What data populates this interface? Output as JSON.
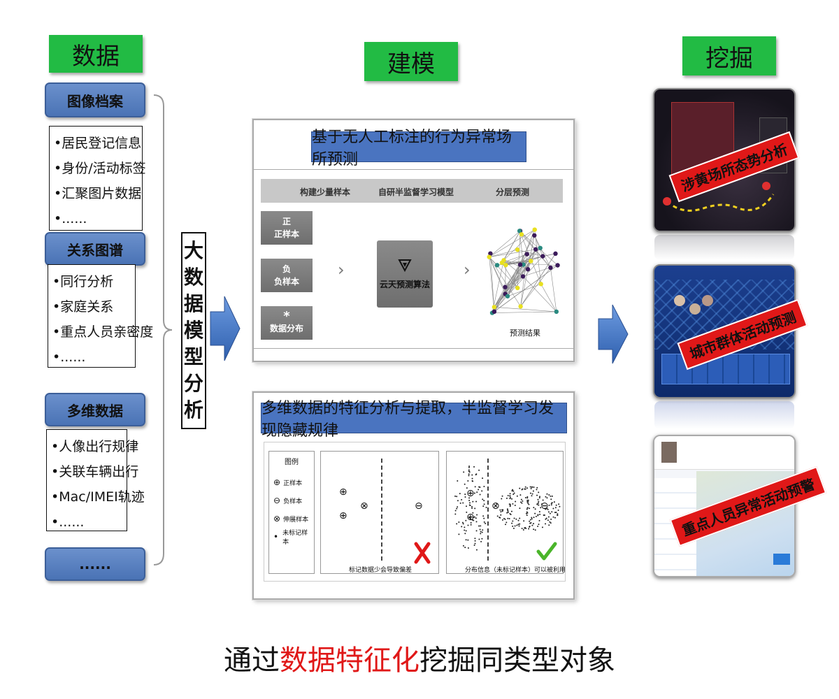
{
  "columns": {
    "data_title": "数据",
    "model_title": "建模",
    "mining_title": "挖掘"
  },
  "left": {
    "groups": [
      {
        "title": "图像档案",
        "items": [
          "•居民登记信息",
          "•身份/活动标签",
          "•汇聚图片数据",
          "•......"
        ]
      },
      {
        "title": "关系图谱",
        "items": [
          "•同行分析",
          "•家庭关系",
          "•重点人员亲密度",
          "•......"
        ]
      },
      {
        "title": "多维数据",
        "items": [
          "•人像出行规律",
          "•关联车辆出行",
          "•Mac/IMEI轨迹",
          "•......"
        ]
      }
    ],
    "more": "......"
  },
  "vertical_label": [
    "大",
    "数",
    "据",
    "模",
    "型",
    "分",
    "析"
  ],
  "panel1": {
    "banner": "基于无人工标注的行为异常场所预测",
    "headers": [
      "构建少量样本",
      "自研半监督学习模型",
      "分层预测"
    ],
    "samples": [
      {
        "glyph": "正",
        "label": "正样本"
      },
      {
        "glyph": "负",
        "label": "负样本"
      },
      {
        "glyph": "*",
        "label": "数据分布"
      }
    ],
    "algo_label": "云天预测算法",
    "result_label": "预测结果"
  },
  "panel2": {
    "banner": "多维数据的特征分析与提取，半监督学习发现隐藏规律",
    "legend_title": "图例",
    "legend_items": [
      "正样本",
      "负样本",
      "伸展样本",
      "未标记样本"
    ],
    "caption_left": "标记数据少会导致偏差",
    "caption_right": "分布信息（未标记样本）可以被利用"
  },
  "mining": [
    {
      "label": "涉黄场所态势分析"
    },
    {
      "label": "城市群体活动预测"
    },
    {
      "label": "重点人员异常活动预警"
    }
  ],
  "bottom": {
    "prefix": "通过",
    "highlight": "数据特征化",
    "suffix": "挖掘同类型对象"
  },
  "colors": {
    "green": "#22bb44",
    "blue": "#4a74c0",
    "red": "#e01818"
  }
}
